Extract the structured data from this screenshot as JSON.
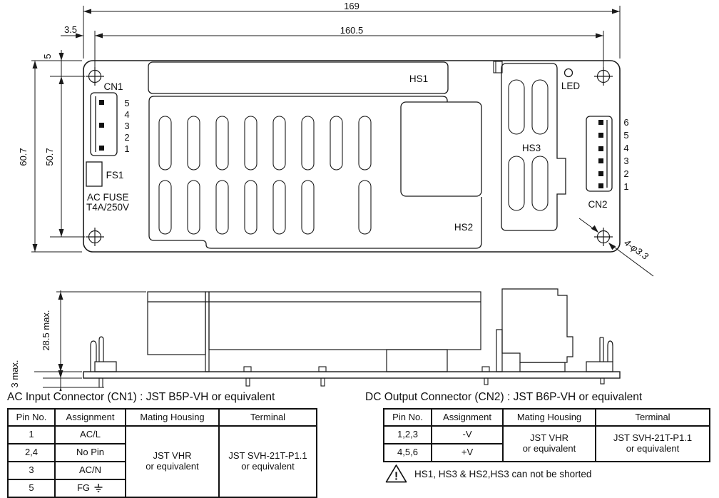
{
  "drawing": {
    "top": {
      "dim_total_width": "169",
      "dim_hole_width": "160.5",
      "dim_edge_offset": "3.5",
      "dim_top_offset": "5",
      "dim_total_height": "60.7",
      "dim_hole_height": "50.7",
      "holes_note": "4-φ3.3",
      "cn1_label": "CN1",
      "cn1_pins": [
        "5",
        "4",
        "3",
        "2",
        "1"
      ],
      "fs1_label": "FS1",
      "fuse_line1": "AC FUSE",
      "fuse_line2": "T4A/250V",
      "hs1_label": "HS1",
      "hs2_label": "HS2",
      "hs3_label": "HS3",
      "led_label": "LED",
      "cn2_label": "CN2",
      "cn2_pins": [
        "6",
        "5",
        "4",
        "3",
        "2",
        "1"
      ]
    },
    "side": {
      "dim_height": "28.5 max.",
      "dim_pins": "3 max."
    }
  },
  "ac_table": {
    "title": "AC Input Connector (CN1) : JST B5P-VH or equivalent",
    "headers": [
      "Pin No.",
      "Assignment",
      "Mating Housing",
      "Terminal"
    ],
    "rows": [
      {
        "pin": "1",
        "assign": "AC/L"
      },
      {
        "pin": "2,4",
        "assign": "No Pin"
      },
      {
        "pin": "3",
        "assign": "AC/N"
      },
      {
        "pin": "5",
        "assign": "FG"
      }
    ],
    "housing_line1": "JST VHR",
    "housing_line2": "or equivalent",
    "terminal_line1": "JST SVH-21T-P1.1",
    "terminal_line2": "or equivalent"
  },
  "dc_table": {
    "title": "DC Output Connector (CN2) : JST B6P-VH or equivalent",
    "headers": [
      "Pin No.",
      "Assignment",
      "Mating Housing",
      "Terminal"
    ],
    "rows": [
      {
        "pin": "1,2,3",
        "assign": "-V"
      },
      {
        "pin": "4,5,6",
        "assign": "+V"
      }
    ],
    "housing_line1": "JST VHR",
    "housing_line2": "or equivalent",
    "terminal_line1": "JST SVH-21T-P1.1",
    "terminal_line2": "or equivalent"
  },
  "note": {
    "icon": "!",
    "text": "HS1, HS3 & HS2,HS3 can not be shorted"
  }
}
